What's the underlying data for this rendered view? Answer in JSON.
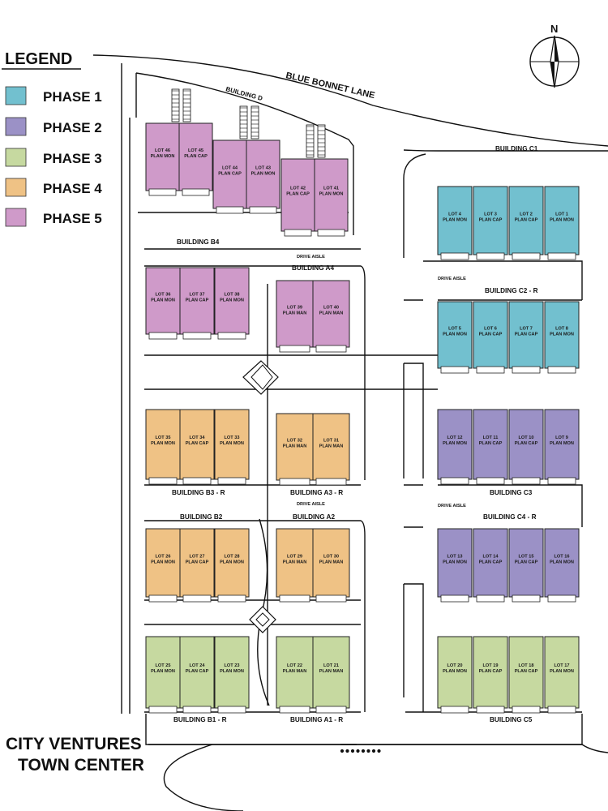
{
  "legend": {
    "title": "LEGEND",
    "items": [
      {
        "label": "PHASE 1",
        "color": "#72c0cf"
      },
      {
        "label": "PHASE 2",
        "color": "#9b91c6"
      },
      {
        "label": "PHASE 3",
        "color": "#c6d9a0"
      },
      {
        "label": "PHASE 4",
        "color": "#efc285"
      },
      {
        "label": "PHASE 5",
        "color": "#cf9ac9"
      }
    ]
  },
  "compass": {
    "label": "N"
  },
  "street": "BLUE BONNET LANE",
  "project_title": {
    "line1": "CITY VENTURES",
    "line2": "TOWN CENTER"
  },
  "drive_aisle": "DRIVE AISLE",
  "buildings": {
    "d": "BUILDING D",
    "c1": "BUILDING C1",
    "b4": "BUILDING B4",
    "a4": "BUILDING A4",
    "c2r": "BUILDING C2 - R",
    "b3r": "BUILDING B3 - R",
    "a3r": "BUILDING A3 - R",
    "c3": "BUILDING C3",
    "b2": "BUILDING B2",
    "a2": "BUILDING A2",
    "c4r": "BUILDING C4 - R",
    "b1r": "BUILDING B1 - R",
    "a1r": "BUILDING A1 - R",
    "c5": "BUILDING C5"
  },
  "lots": [
    {
      "lot": "LOT 46",
      "plan": "PLAN MON",
      "phase": 5
    },
    {
      "lot": "LOT 45",
      "plan": "PLAN CAP",
      "phase": 5
    },
    {
      "lot": "LOT 44",
      "plan": "PLAN CAP",
      "phase": 5
    },
    {
      "lot": "LOT 43",
      "plan": "PLAN MON",
      "phase": 5
    },
    {
      "lot": "LOT 42",
      "plan": "PLAN CAP",
      "phase": 5
    },
    {
      "lot": "LOT 41",
      "plan": "PLAN MON",
      "phase": 5
    },
    {
      "lot": "LOT 36",
      "plan": "PLAN MON",
      "phase": 5
    },
    {
      "lot": "LOT 37",
      "plan": "PLAN CAP",
      "phase": 5
    },
    {
      "lot": "LOT 38",
      "plan": "PLAN MON",
      "phase": 5
    },
    {
      "lot": "LOT 39",
      "plan": "PLAN MAN",
      "phase": 5
    },
    {
      "lot": "LOT 40",
      "plan": "PLAN MAN",
      "phase": 5
    },
    {
      "lot": "LOT 4",
      "plan": "PLAN MON",
      "phase": 1
    },
    {
      "lot": "LOT 3",
      "plan": "PLAN CAP",
      "phase": 1
    },
    {
      "lot": "LOT 2",
      "plan": "PLAN CAP",
      "phase": 1
    },
    {
      "lot": "LOT 1",
      "plan": "PLAN MON",
      "phase": 1
    },
    {
      "lot": "LOT 5",
      "plan": "PLAN MON",
      "phase": 1
    },
    {
      "lot": "LOT 6",
      "plan": "PLAN CAP",
      "phase": 1
    },
    {
      "lot": "LOT 7",
      "plan": "PLAN CAP",
      "phase": 1
    },
    {
      "lot": "LOT 8",
      "plan": "PLAN MON",
      "phase": 1
    },
    {
      "lot": "LOT 35",
      "plan": "PLAN MON",
      "phase": 4
    },
    {
      "lot": "LOT 34",
      "plan": "PLAN CAP",
      "phase": 4
    },
    {
      "lot": "LOT 33",
      "plan": "PLAN MON",
      "phase": 4
    },
    {
      "lot": "LOT 32",
      "plan": "PLAN MAN",
      "phase": 4
    },
    {
      "lot": "LOT 31",
      "plan": "PLAN MAN",
      "phase": 4
    },
    {
      "lot": "LOT 12",
      "plan": "PLAN MON",
      "phase": 2
    },
    {
      "lot": "LOT 11",
      "plan": "PLAN CAP",
      "phase": 2
    },
    {
      "lot": "LOT 10",
      "plan": "PLAN CAP",
      "phase": 2
    },
    {
      "lot": "LOT 9",
      "plan": "PLAN MON",
      "phase": 2
    },
    {
      "lot": "LOT 26",
      "plan": "PLAN MON",
      "phase": 4
    },
    {
      "lot": "LOT 27",
      "plan": "PLAN CAP",
      "phase": 4
    },
    {
      "lot": "LOT 28",
      "plan": "PLAN MON",
      "phase": 4
    },
    {
      "lot": "LOT 29",
      "plan": "PLAN MAN",
      "phase": 4
    },
    {
      "lot": "LOT 30",
      "plan": "PLAN MAN",
      "phase": 4
    },
    {
      "lot": "LOT 13",
      "plan": "PLAN MON",
      "phase": 2
    },
    {
      "lot": "LOT 14",
      "plan": "PLAN CAP",
      "phase": 2
    },
    {
      "lot": "LOT 15",
      "plan": "PLAN CAP",
      "phase": 2
    },
    {
      "lot": "LOT 16",
      "plan": "PLAN MON",
      "phase": 2
    },
    {
      "lot": "LOT 25",
      "plan": "PLAN MON",
      "phase": 3
    },
    {
      "lot": "LOT 24",
      "plan": "PLAN CAP",
      "phase": 3
    },
    {
      "lot": "LOT 23",
      "plan": "PLAN MON",
      "phase": 3
    },
    {
      "lot": "LOT 22",
      "plan": "PLAN MAN",
      "phase": 3
    },
    {
      "lot": "LOT 21",
      "plan": "PLAN MAN",
      "phase": 3
    },
    {
      "lot": "LOT 20",
      "plan": "PLAN MON",
      "phase": 3
    },
    {
      "lot": "LOT 19",
      "plan": "PLAN CAP",
      "phase": 3
    },
    {
      "lot": "LOT 18",
      "plan": "PLAN CAP",
      "phase": 3
    },
    {
      "lot": "LOT 17",
      "plan": "PLAN MON",
      "phase": 3
    }
  ]
}
